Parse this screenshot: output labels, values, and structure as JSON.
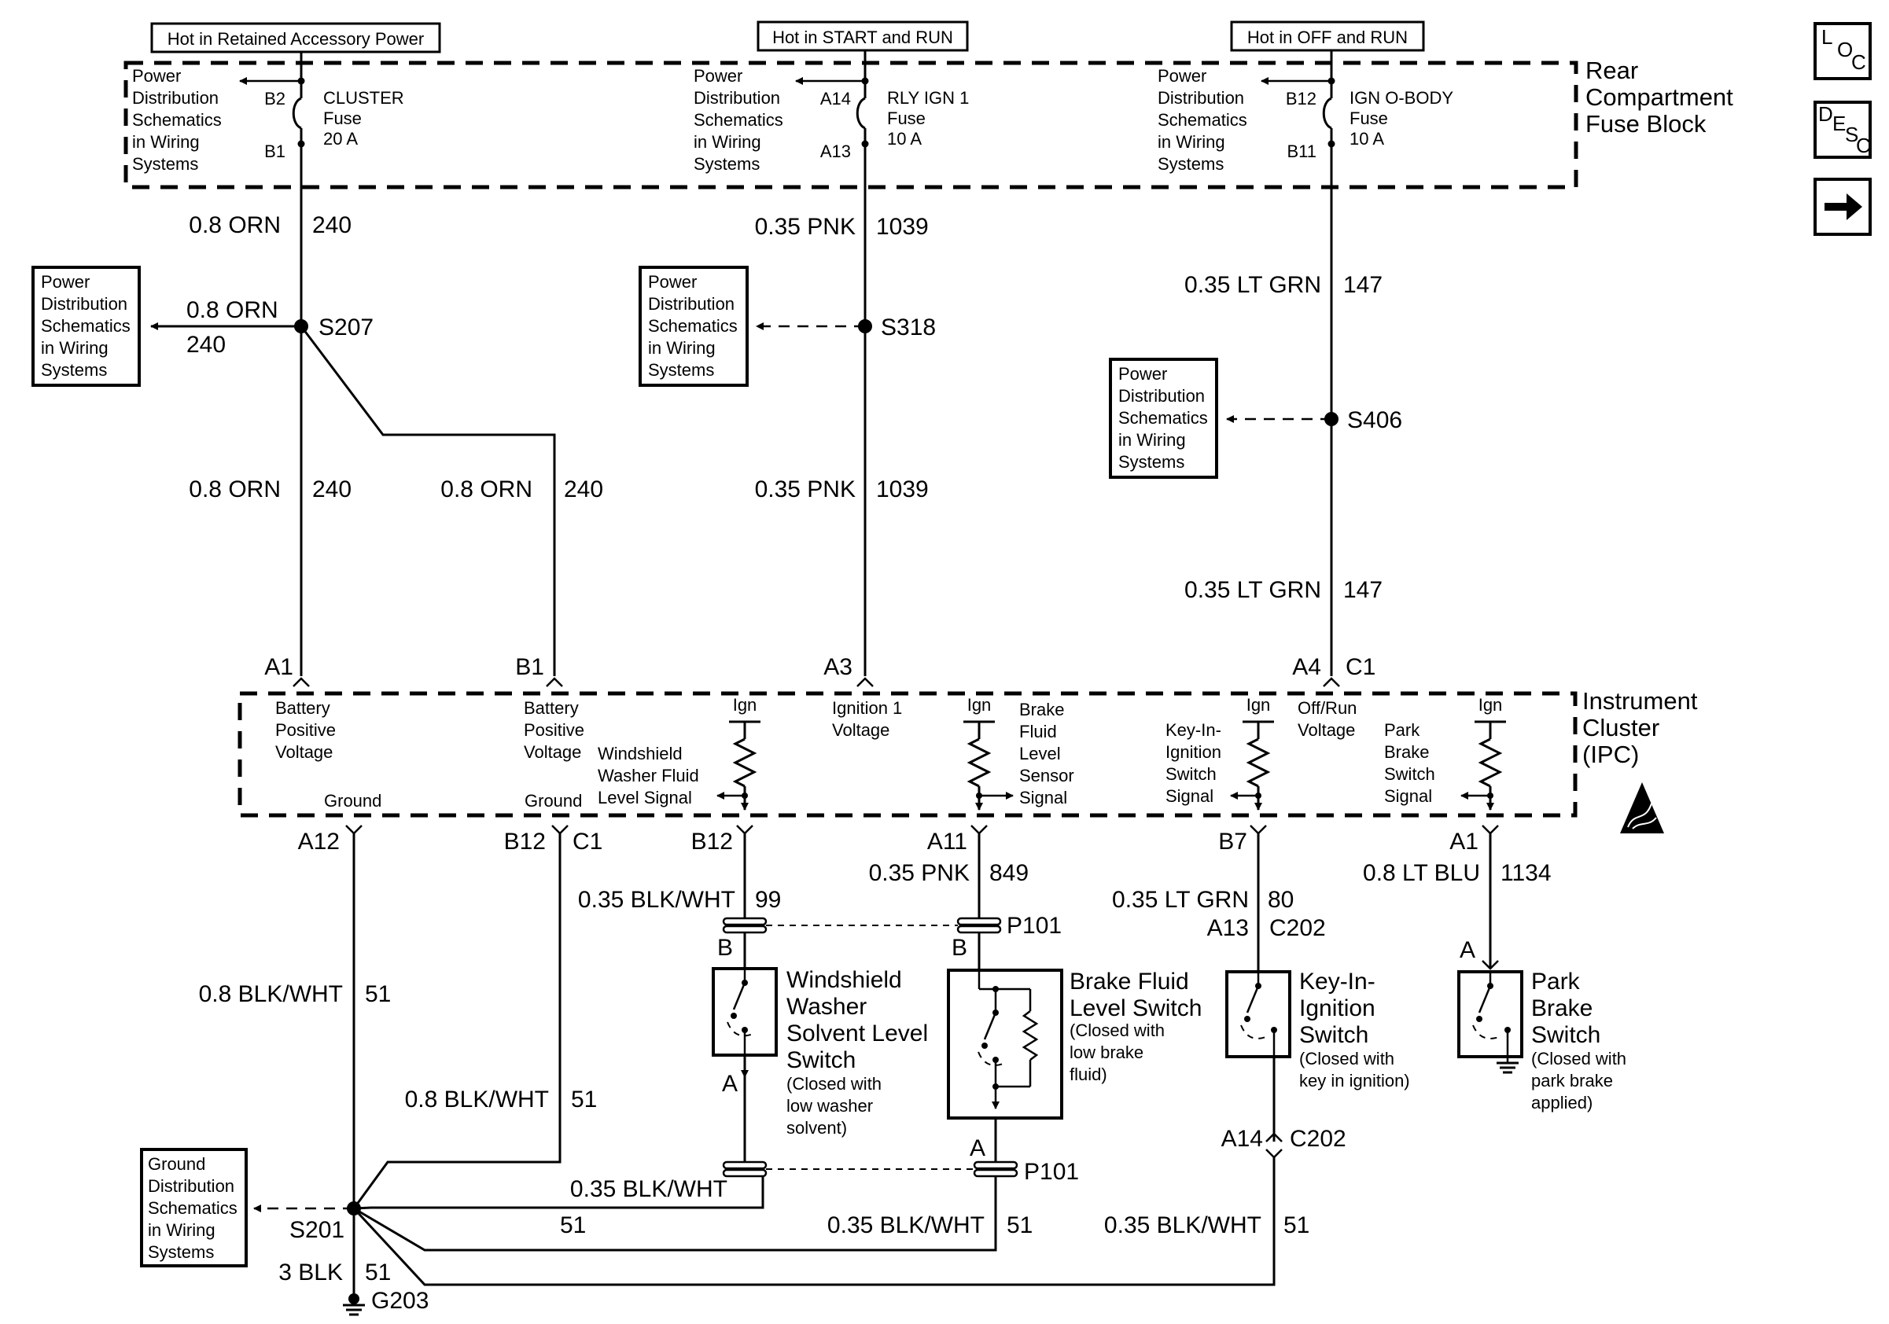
{
  "hot_labels": {
    "left": "Hot in Retained Accessory Power",
    "center": "Hot in START and RUN",
    "right": "Hot in OFF and RUN"
  },
  "fuse_block": {
    "name_lines": [
      "Rear",
      "Compartment",
      "Fuse Block"
    ],
    "fuses": [
      {
        "name": "CLUSTER",
        "word": "Fuse",
        "rating": "20 A",
        "in_pin": "B2",
        "out_pin": "B1"
      },
      {
        "name": "RLY IGN 1",
        "word": "Fuse",
        "rating": "10 A",
        "in_pin": "A14",
        "out_pin": "A13"
      },
      {
        "name": "IGN O-BODY",
        "word": "Fuse",
        "rating": "10 A",
        "in_pin": "B12",
        "out_pin": "B11"
      }
    ]
  },
  "ref_power": [
    "Power",
    "Distribution",
    "Schematics",
    "in Wiring",
    "Systems"
  ],
  "ref_ground": [
    "Ground",
    "Distribution",
    "Schematics",
    "in Wiring",
    "Systems"
  ],
  "splices": {
    "s207": "S207",
    "s318": "S318",
    "s406": "S406",
    "s201": "S201"
  },
  "ground_point": "G203",
  "wires": {
    "orn": "0.8 ORN",
    "orn_c": "240",
    "pnk": "0.35 PNK",
    "pnk_c": "1039",
    "ltgrn": "0.35 LT GRN",
    "ltgrn_c": "147",
    "pnk2": "0.35 PNK",
    "pnk2_c": "849",
    "blkwht_s": "0.35 BLK/WHT",
    "blkwht_s_c": "99",
    "ltgrn2": "0.35 LT GRN",
    "ltgrn2_c": "80",
    "ltblu": "0.8 LT BLU",
    "ltblu_c": "1134",
    "gnd1": "0.8 BLK/WHT",
    "gnd1_c": "51",
    "gnd2": "0.8 BLK/WHT",
    "gnd2_c": "51",
    "gnd3": "0.35 BLK/WHT",
    "gnd3_c": "51",
    "gnd4": "0.35 BLK/WHT",
    "gnd4_c": "51",
    "gnd5": "0.35 BLK/WHT",
    "gnd5_c": "51",
    "gnd6": "3 BLK",
    "gnd6_c": "51"
  },
  "ipc": {
    "name_lines": [
      "Instrument",
      "Cluster",
      "(IPC)"
    ],
    "top_pins": [
      "A1",
      "B1",
      "A3",
      "A4",
      "C1"
    ],
    "bottom_pins": [
      "A12",
      "B12",
      "C1",
      "B12",
      "A11",
      "B7",
      "A1"
    ],
    "batt_lines": [
      "Battery",
      "Positive",
      "Voltage"
    ],
    "ign1_lines": [
      "Ignition 1",
      "Voltage"
    ],
    "offrun_lines": [
      "Off/Run",
      "Voltage"
    ],
    "ground_label": "Ground",
    "ign_label": "Ign",
    "wwf_lines": [
      "Windshield",
      "Washer Fluid",
      "Level Signal"
    ],
    "bfl_lines": [
      "Brake",
      "Fluid",
      "Level",
      "Sensor",
      "Signal"
    ],
    "key_lines": [
      "Key-In-",
      "Ignition",
      "Switch",
      "Signal"
    ],
    "park_lines": [
      "Park",
      "Brake",
      "Switch",
      "Signal"
    ]
  },
  "connectors": {
    "p101": "P101",
    "c202": "C202",
    "pin_b": "B",
    "pin_a": "A",
    "pin_a13": "A13",
    "pin_a14": "A14"
  },
  "switches": {
    "washer": {
      "title_lines": [
        "Windshield",
        "Washer",
        "Solvent Level",
        "Switch"
      ],
      "note_lines": [
        "(Closed with",
        "low washer",
        "solvent)"
      ]
    },
    "brake": {
      "title_lines": [
        "Brake Fluid",
        "Level Switch"
      ],
      "note_lines": [
        "(Closed with",
        "low brake",
        "fluid)"
      ]
    },
    "key": {
      "title_lines": [
        "Key-In-",
        "Ignition",
        "Switch"
      ],
      "note_lines": [
        "(Closed with",
        "key in ignition)"
      ]
    },
    "park": {
      "title_lines": [
        "Park",
        "Brake",
        "Switch"
      ],
      "note_lines": [
        "(Closed with",
        "park brake",
        "applied)"
      ]
    }
  },
  "nav": {
    "loc": {
      "a": "L",
      "b": "O",
      "c": "C"
    },
    "desc": {
      "a": "D",
      "b": "E",
      "c": "S",
      "d": "C"
    },
    "next_icon": "arrow-right-icon"
  }
}
